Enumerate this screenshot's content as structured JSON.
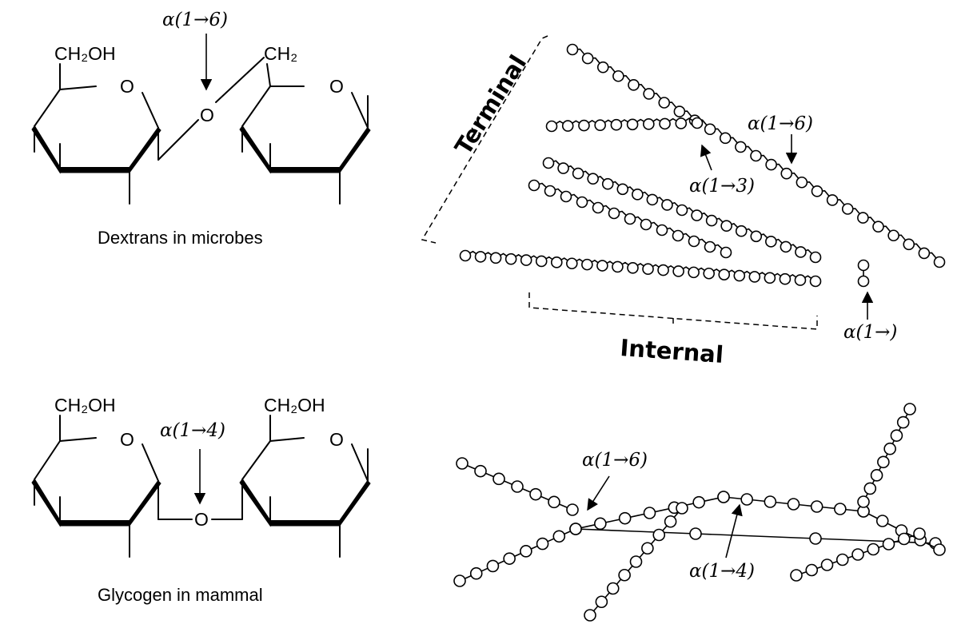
{
  "captions": {
    "dextran": "Dextrans in microbes",
    "glycogen": "Glycogen in mammal"
  },
  "structures": {
    "dextran": {
      "left_group": "CH₂OH",
      "right_group": "CH₂",
      "ring_oxygen": "O",
      "bridge_oxygen": "O",
      "linkage": "α(1→6)"
    },
    "glycogen": {
      "left_group": "CH₂OH",
      "right_group": "CH₂OH",
      "ring_oxygen": "O",
      "bridge_oxygen": "O",
      "linkage": "α(1→4)"
    }
  },
  "dextran_chain": {
    "terminal_label": "Terminal",
    "internal_label": "Internal",
    "linkage_16": "α(1→6)",
    "linkage_13": "α(1→3)",
    "linkage_1": "α(1→)"
  },
  "glycogen_chain": {
    "linkage_16": "α(1→6)",
    "linkage_14": "α(1→4)"
  }
}
